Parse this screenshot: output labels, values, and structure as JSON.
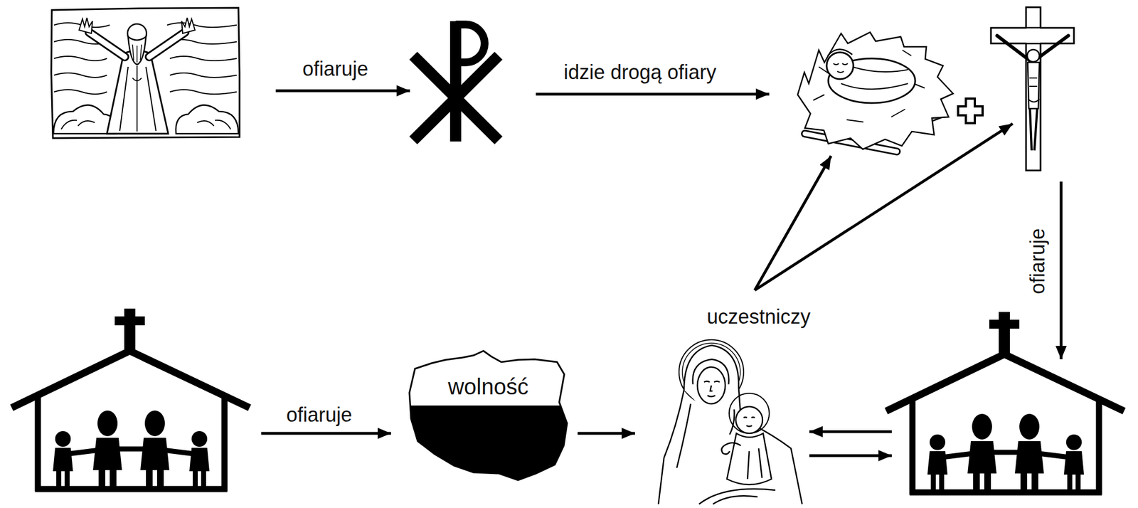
{
  "diagram": {
    "nodes": [
      {
        "text": []
      },
      {
        "text": []
      },
      {
        "text": []
      },
      {
        "text": []
      },
      {
        "text": []
      },
      {
        "text": [
          "wolność"
        ]
      },
      {
        "text": []
      },
      {
        "text": []
      }
    ],
    "edges": [
      {
        "from": 0,
        "to": 1,
        "label": "ofiaruje",
        "arrow": "to"
      },
      {
        "from": 1,
        "to": 2,
        "label": "idzie drogą ofiary",
        "arrow": "to"
      },
      {
        "from": 3,
        "to": 7,
        "label": "ofiaruje",
        "arrow": "to"
      },
      {
        "from": 6,
        "to": 2,
        "label": "uczestniczy",
        "arrow": "to"
      },
      {
        "from": 6,
        "to": 3,
        "arrow": "to"
      },
      {
        "from": 4,
        "to": 5,
        "label": "ofiaruje",
        "arrow": "to"
      },
      {
        "from": 5,
        "to": 6,
        "arrow": "to"
      },
      {
        "from": 7,
        "to": 6,
        "arrow": "to"
      },
      {
        "from": 6,
        "to": 7,
        "arrow": "to"
      }
    ]
  }
}
